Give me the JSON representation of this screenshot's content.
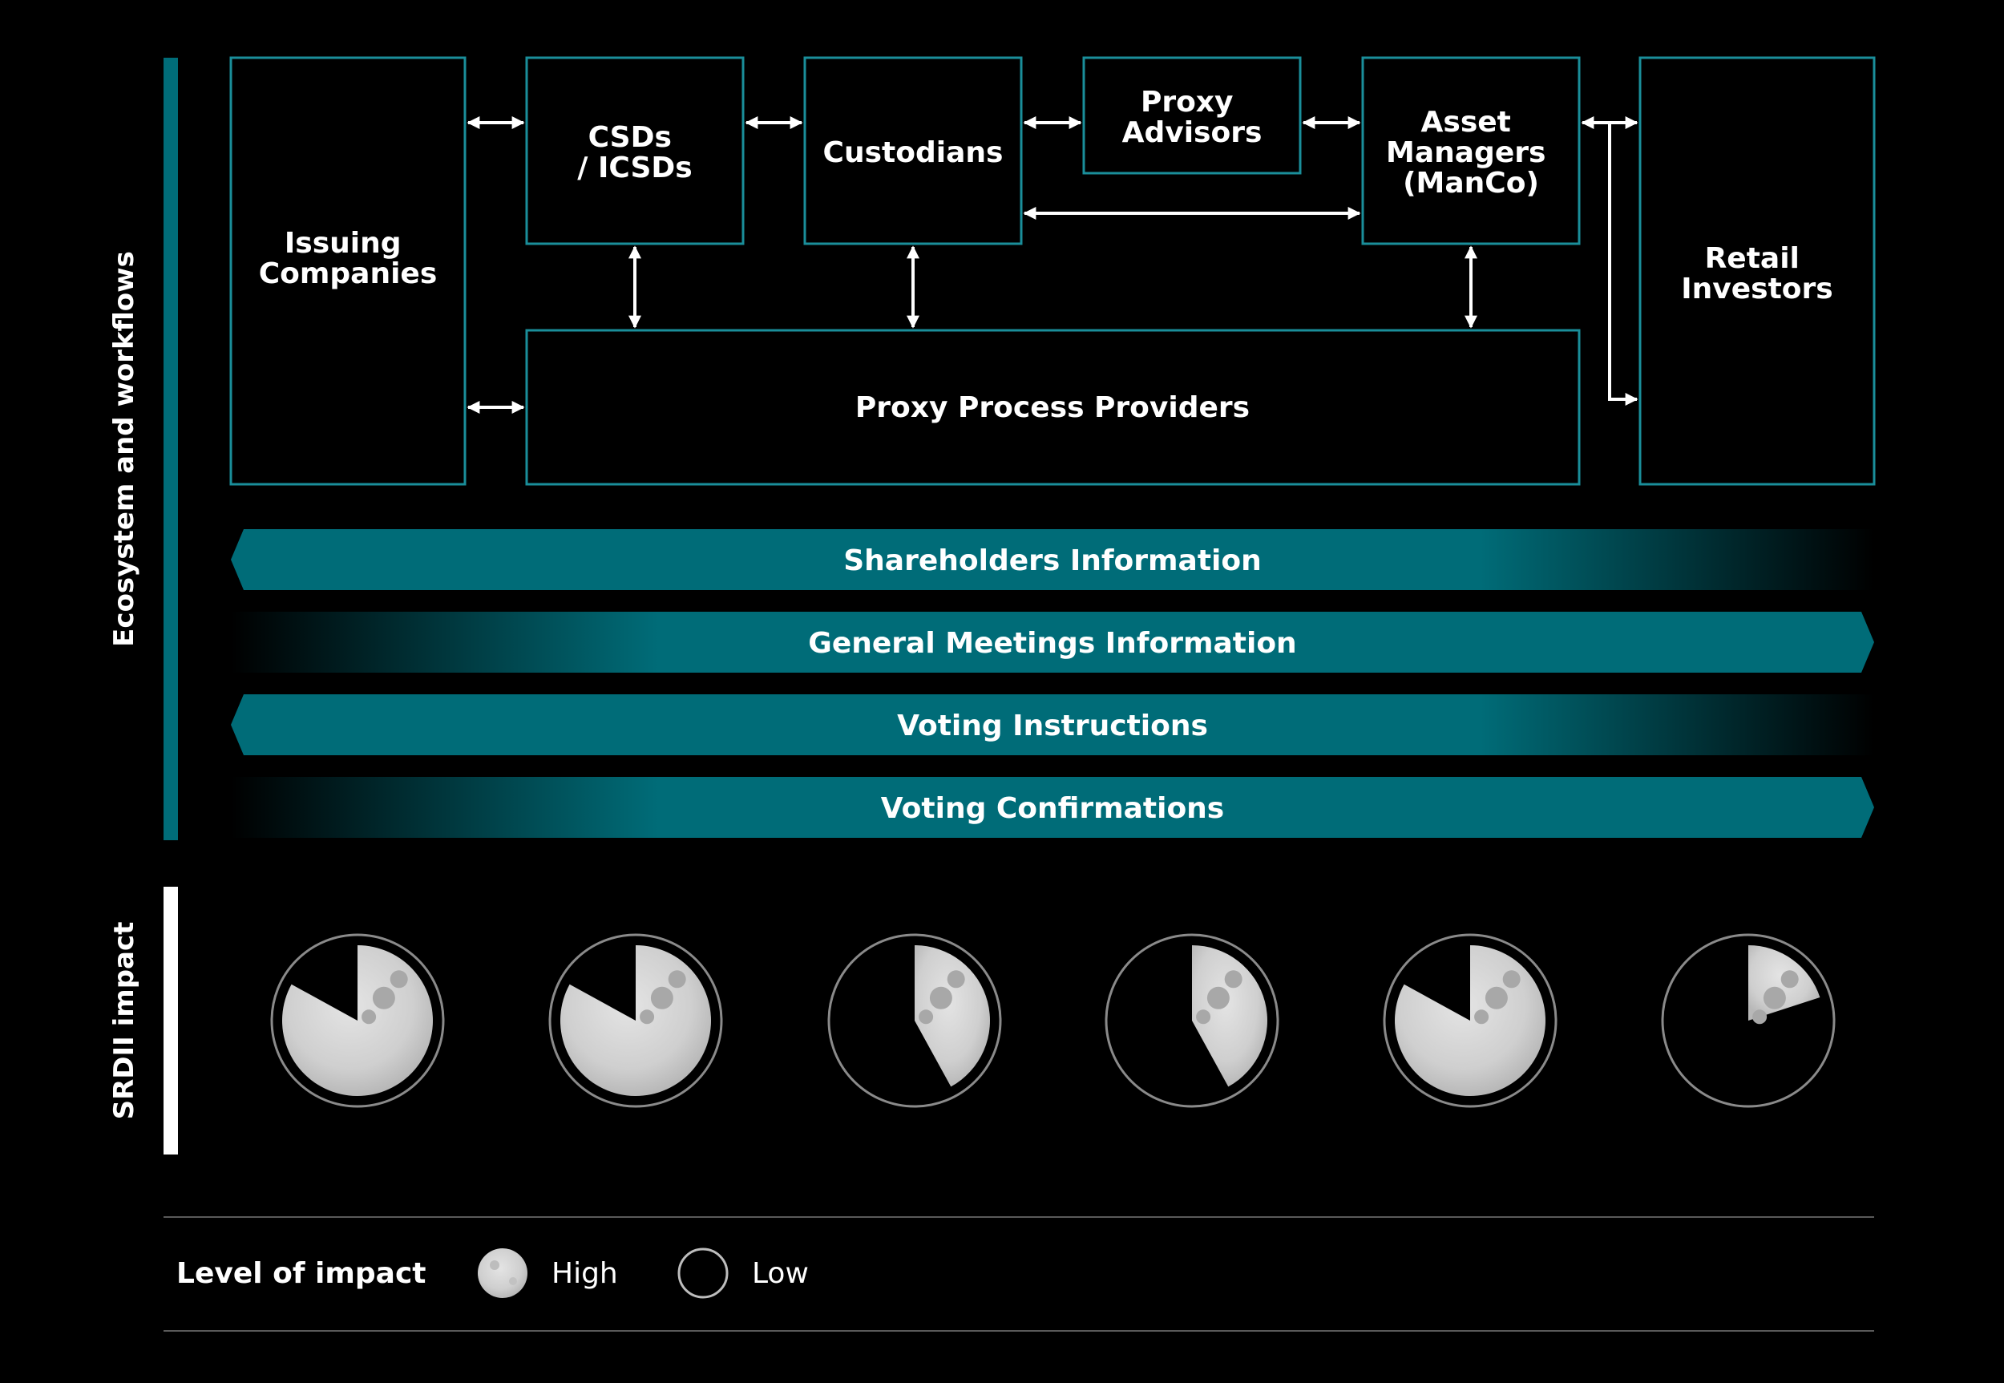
{
  "colors": {
    "background": "#000000",
    "box_border": "#1a8e9a",
    "band_teal": "#006c78",
    "sidebar_teal": "#006c78",
    "sidebar_white": "#ffffff",
    "moon": "#d7d7d7",
    "moon_dark": "#9a9a9a"
  },
  "sections": {
    "ecosystem": "Ecosystem and workflows",
    "impact": "SRDII impact"
  },
  "nodes": {
    "issuing": [
      "Issuing",
      "Companies"
    ],
    "csds": [
      "CSDs",
      "/ ICSDs"
    ],
    "custodians": [
      "Custodians"
    ],
    "proxy_advisors": [
      "Proxy",
      "Advisors"
    ],
    "asset_managers": [
      "Asset",
      "Managers",
      "(ManCo)"
    ],
    "retail": [
      "Retail",
      "Investors"
    ],
    "proxy_process": [
      "Proxy Process Providers"
    ]
  },
  "bands": [
    {
      "label": "Shareholders Information",
      "direction": "left",
      "fade": "right"
    },
    {
      "label": "General Meetings Information",
      "direction": "right",
      "fade": "left"
    },
    {
      "label": "Voting Instructions",
      "direction": "left",
      "fade": "right"
    },
    {
      "label": "Voting Confirmations",
      "direction": "right",
      "fade": "left"
    }
  ],
  "impact_levels": [
    0.83,
    0.83,
    0.42,
    0.42,
    0.83,
    0.2
  ],
  "legend": {
    "title": "Level of impact",
    "high": "High",
    "low": "Low",
    "icons": [
      "moon-full-icon",
      "moon-empty-icon"
    ]
  }
}
